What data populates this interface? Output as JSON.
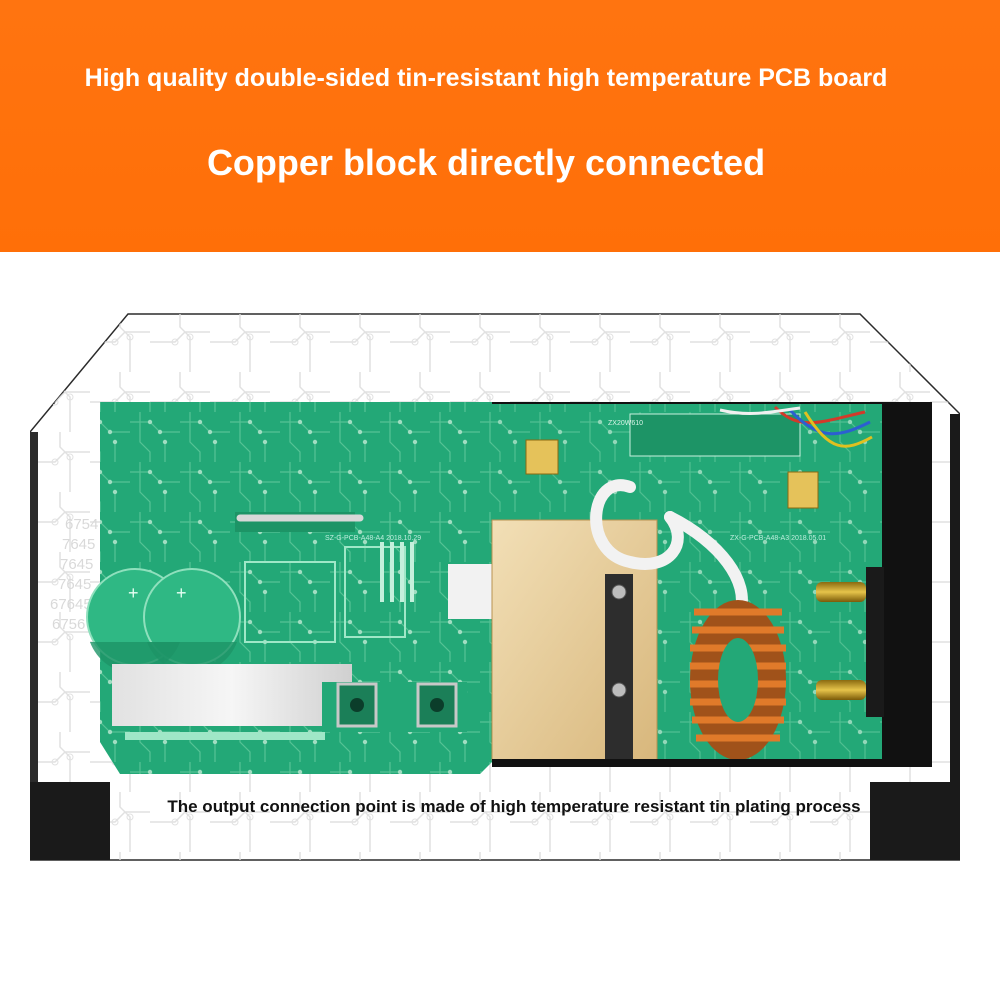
{
  "banner": {
    "headline_1": "High quality double-sided tin-resistant high temperature PCB board",
    "headline_2": "Copper block directly connected",
    "background_color": "#ff7410"
  },
  "photo": {
    "left_board_marking": "SZ-G-PCB-A48-A4 2018.10.29",
    "right_board_marking": "ZX-G-PCB-A48-A3 2018.05.01",
    "right_board_code": "ZX20W610",
    "background_digits": [
      "6754",
      "7645",
      "7645",
      "7645",
      "67645",
      "6756"
    ],
    "board_color": "#23a877",
    "icon": "pcb-board-photo"
  },
  "caption": {
    "text": "The output connection point is made of high temperature resistant tin plating process"
  }
}
